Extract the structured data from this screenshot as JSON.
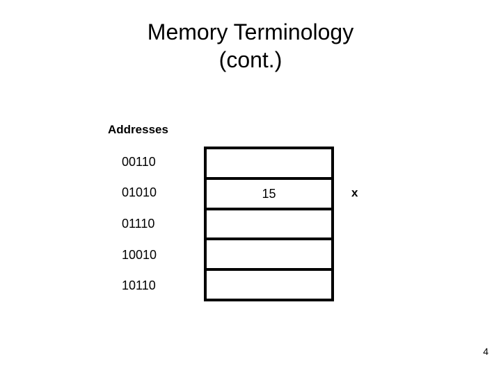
{
  "slide": {
    "title_line1": "Memory Terminology",
    "title_line2": "(cont.)",
    "page_number": "4",
    "background_color": "#ffffff",
    "text_color": "#000000"
  },
  "addresses": {
    "label": "Addresses",
    "items": [
      {
        "value": "00110"
      },
      {
        "value": "01010"
      },
      {
        "value": "01110"
      },
      {
        "value": "10010"
      },
      {
        "value": "10110"
      }
    ]
  },
  "memory_table": {
    "border_color": "#000000",
    "cell_background": "#ffffff",
    "rows": [
      {
        "value": ""
      },
      {
        "value": "15"
      },
      {
        "value": ""
      },
      {
        "value": ""
      },
      {
        "value": ""
      }
    ]
  },
  "side_marker": {
    "label": "x"
  }
}
